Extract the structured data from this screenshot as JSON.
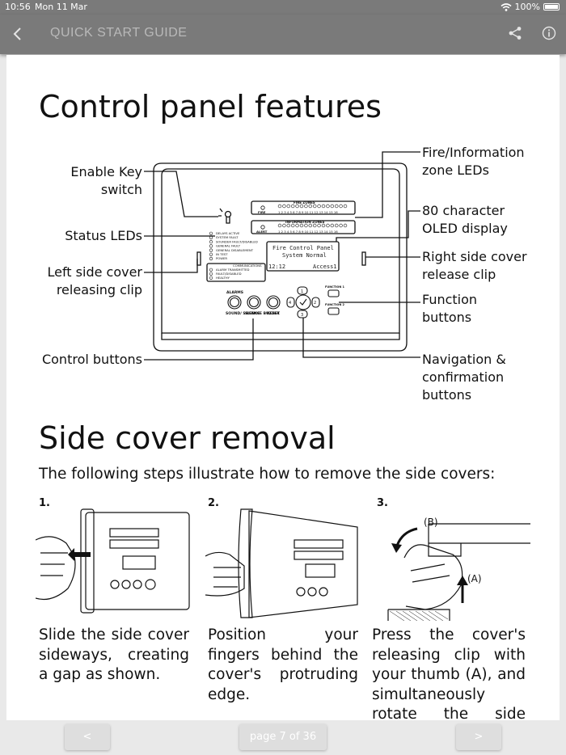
{
  "status": {
    "time": "10:56",
    "date": "Mon 11 Mar",
    "battery": "100%"
  },
  "nav": {
    "back_icon": "chevron-left-icon",
    "title": "QUICK START GUIDE",
    "share_icon": "share-icon",
    "info_icon": "info-icon"
  },
  "doc": {
    "heading1": "Control panel features",
    "callouts_left": [
      {
        "line1": "Enable Key",
        "line2": "switch"
      },
      {
        "line1": "Status LEDs",
        "line2": ""
      },
      {
        "line1": "Left side cover",
        "line2": "releasing clip"
      },
      {
        "line1": "Control buttons",
        "line2": ""
      }
    ],
    "callouts_right": [
      {
        "line1": "Fire/Information",
        "line2": "zone LEDs",
        "line3": ""
      },
      {
        "line1": "80 character",
        "line2": "OLED display",
        "line3": ""
      },
      {
        "line1": "Right side cover",
        "line2": "release clip",
        "line3": ""
      },
      {
        "line1": "Function",
        "line2": "buttons",
        "line3": ""
      },
      {
        "line1": "Navigation &",
        "line2": "confirmation",
        "line3": "buttons"
      }
    ],
    "panel": {
      "fire_zones": "FIRE ZONES",
      "information_zones": "INFORMATION ZONES",
      "fire": "FIRE",
      "alert": "ALERT",
      "zone_numbers": "1 2 3 4 5 6 7 8 9 10 11 12 13 14 15 16",
      "status_leds": [
        "DELAYS ACTIVE",
        "SYSTEM FAULT",
        "SOUNDER FAULT/DISABLED",
        "GENERAL FAULT",
        "GENERAL DISABLEMENT",
        "IN TEST",
        "POWER"
      ],
      "comm_title": "COMMUNICATIONS",
      "comm_leds": [
        "ALARM TRANSMITTED",
        "FAULT/DISABLED",
        "HEALTHY"
      ],
      "display_line1": "Fire Control Panel",
      "display_line2": "System Normal",
      "display_time": "12:12",
      "display_access": "Access1",
      "alarms": "ALARMS",
      "sound_silence": "SOUND/ SILENCE",
      "silence_buzzer": "SILENCE BUZZER",
      "reset": "RESET",
      "function1": "FUNCTION 1",
      "function2": "FUNCTION 2",
      "nav_keys": [
        "1",
        "2",
        "3",
        "4"
      ]
    },
    "heading2": "Side cover removal",
    "intro": "The following steps illustrate how to remove the side covers:",
    "steps": [
      {
        "number": "1.",
        "text": "Slide the side cover sideways, creating a gap as shown."
      },
      {
        "number": "2.",
        "text": "Position your fingers behind the cover's protruding edge."
      },
      {
        "number": "3.",
        "text": "Press the cover's releasing clip with your thumb (A), and simultaneously rotate the side panel"
      }
    ],
    "step3_labels": {
      "a": "(A)",
      "b": "(B)"
    }
  },
  "pager": {
    "prev": "<",
    "page": "page 7 of 36",
    "next": ">"
  }
}
